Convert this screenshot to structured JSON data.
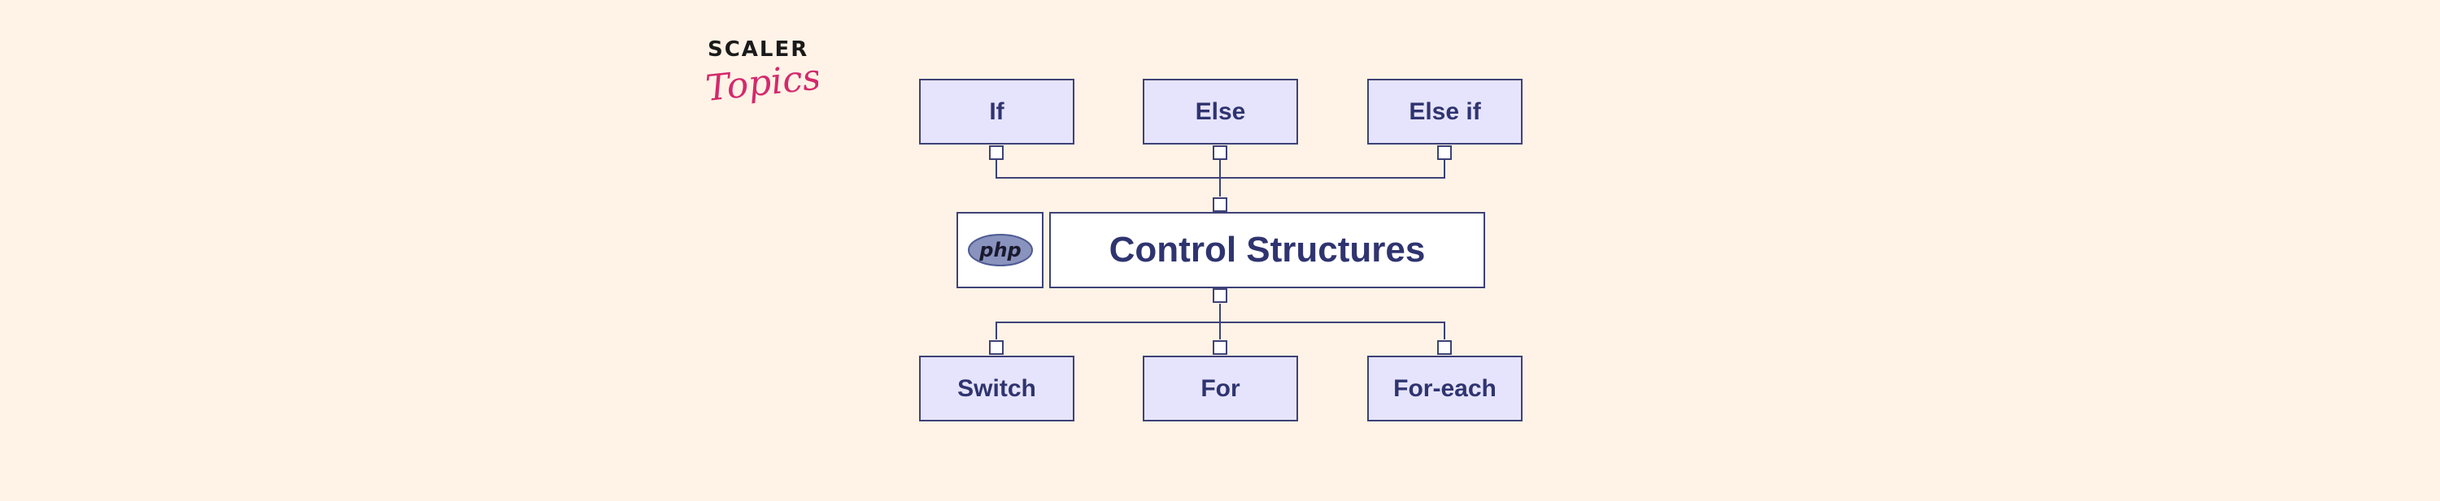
{
  "logo": {
    "brand": "SCALER",
    "product": "Topics"
  },
  "diagram": {
    "center": "Control Structures",
    "center_icon": "php-logo-icon",
    "top_nodes": [
      "If",
      "Else",
      "Else if"
    ],
    "bottom_nodes": [
      "Switch",
      "For",
      "For-each"
    ]
  },
  "colors": {
    "background": "#fef3e6",
    "node_fill": "#e6e4fd",
    "node_border": "#3e4277",
    "node_text": "#2f3470",
    "brand_accent": "#d4296d",
    "php_badge": "#8993be"
  }
}
